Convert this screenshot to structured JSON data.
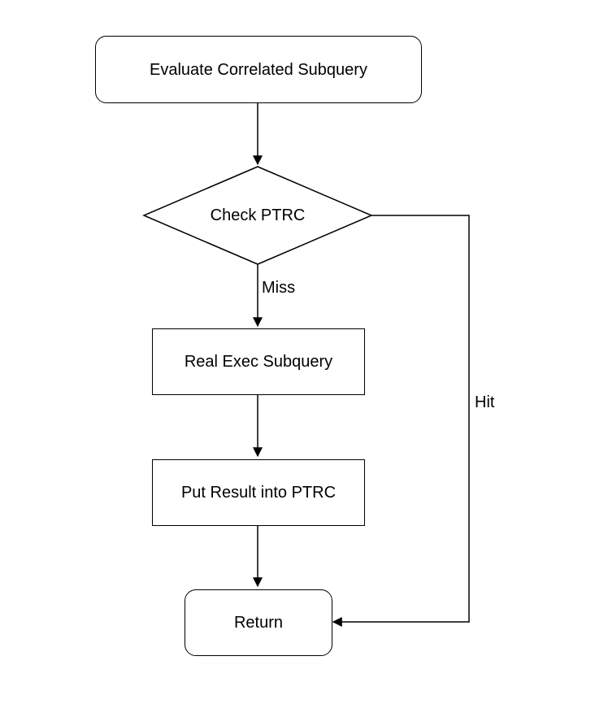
{
  "diagram": {
    "type": "flowchart",
    "nodes": {
      "evaluate": {
        "label": "Evaluate Correlated Subquery",
        "shape": "rounded-rect"
      },
      "check": {
        "label": "Check PTRC",
        "shape": "diamond"
      },
      "real_exec": {
        "label": "Real Exec Subquery",
        "shape": "rect"
      },
      "put_result": {
        "label": "Put Result into PTRC",
        "shape": "rect"
      },
      "return": {
        "label": "Return",
        "shape": "rounded-rect"
      }
    },
    "edges": {
      "evaluate_to_check": {
        "label": ""
      },
      "check_to_real_exec": {
        "label": "Miss"
      },
      "real_exec_to_put_result": {
        "label": ""
      },
      "put_result_to_return": {
        "label": ""
      },
      "check_to_return": {
        "label": "Hit"
      }
    },
    "colors": {
      "stroke": "#000000",
      "fill": "#ffffff",
      "text": "#000000",
      "background": "#ffffff"
    }
  }
}
